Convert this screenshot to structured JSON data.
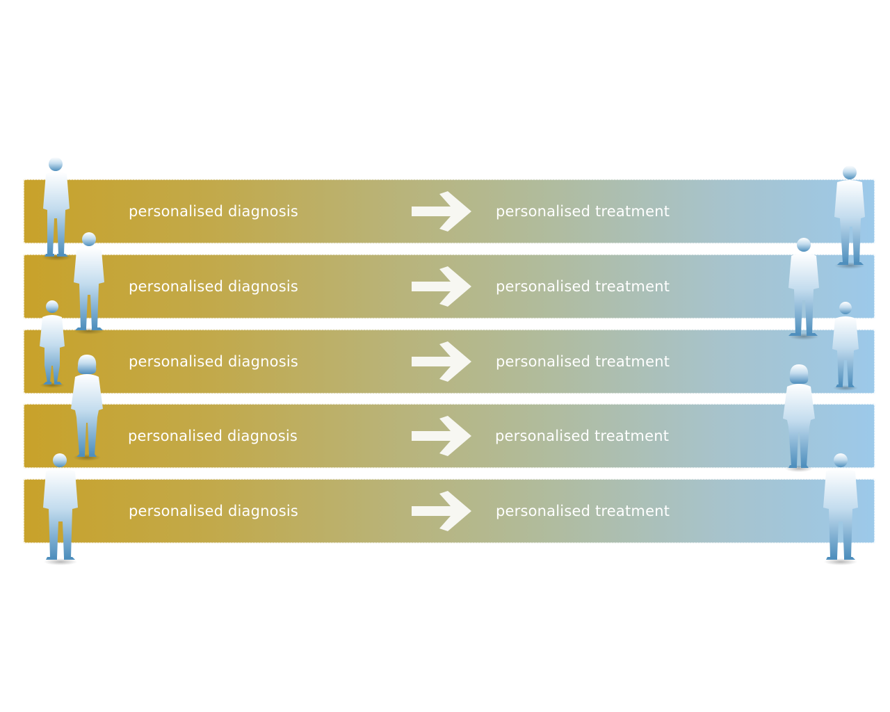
{
  "rows": [
    {
      "diagnosis": "personalised diagnosis",
      "treatment": "personalised treatment"
    },
    {
      "diagnosis": "personalised diagnosis",
      "treatment": "personalised treatment"
    },
    {
      "diagnosis": "personalised diagnosis",
      "treatment": "personalised treatment"
    },
    {
      "diagnosis": "personalised diagnosis",
      "treatment": "personalised treatment"
    },
    {
      "diagnosis": "personalised diagnosis",
      "treatment": "personalised treatment"
    }
  ],
  "icons": {
    "arrow": "right-arrow-icon",
    "person": "person-silhouette-icon"
  },
  "colors": {
    "band_start": "#c8a22a",
    "band_end": "#9cc9ea",
    "person_light": "#e8f2fa",
    "person_dark": "#5b97c2",
    "text": "#ffffff"
  }
}
